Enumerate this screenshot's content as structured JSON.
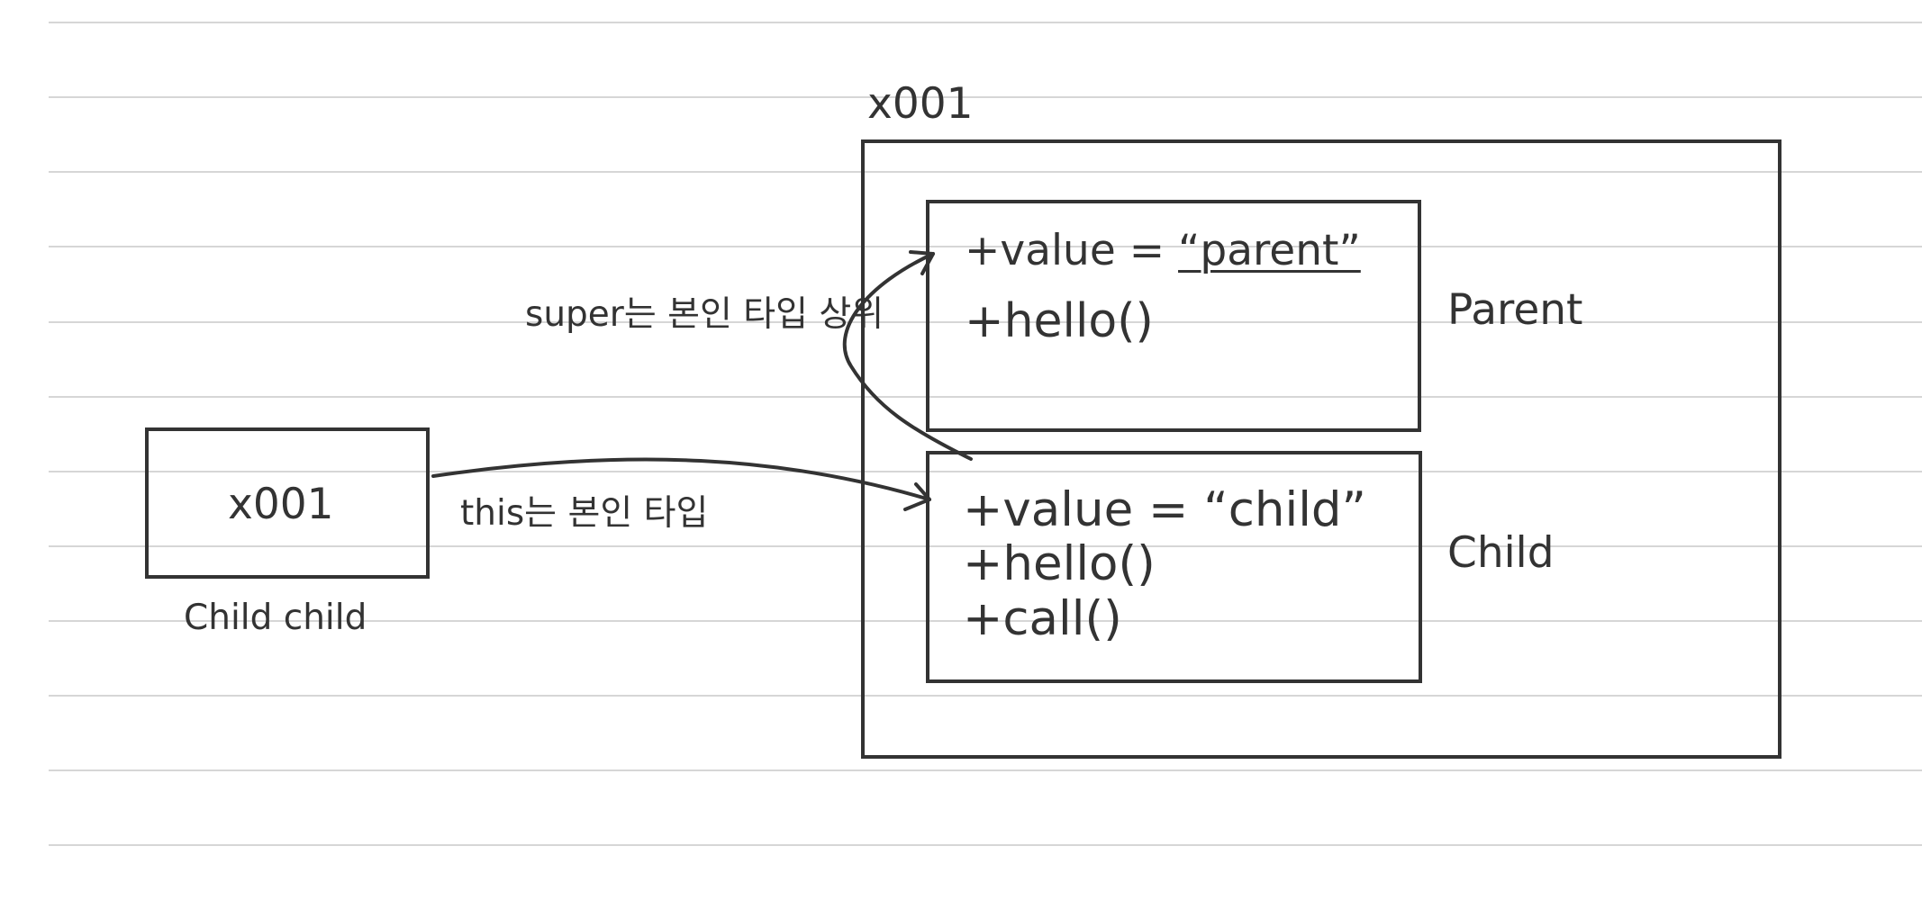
{
  "colors": {
    "background": "#ffffff",
    "ink": "#333333",
    "rule_lines": "#d6d6d6"
  },
  "heap_address": "x001",
  "reference": {
    "value": "x001",
    "caption": "Child child"
  },
  "parent": {
    "field_prefix": "+value = ",
    "field_value": "“parent”",
    "method": "+hello()",
    "class_label": "Parent"
  },
  "child": {
    "field": "+value = “child”",
    "method_hello": "+hello()",
    "method_call": "+call()",
    "class_label": "Child"
  },
  "arrows": {
    "this_label": "this는 본인 타입",
    "super_label": "super는 본인 타입 상위"
  }
}
